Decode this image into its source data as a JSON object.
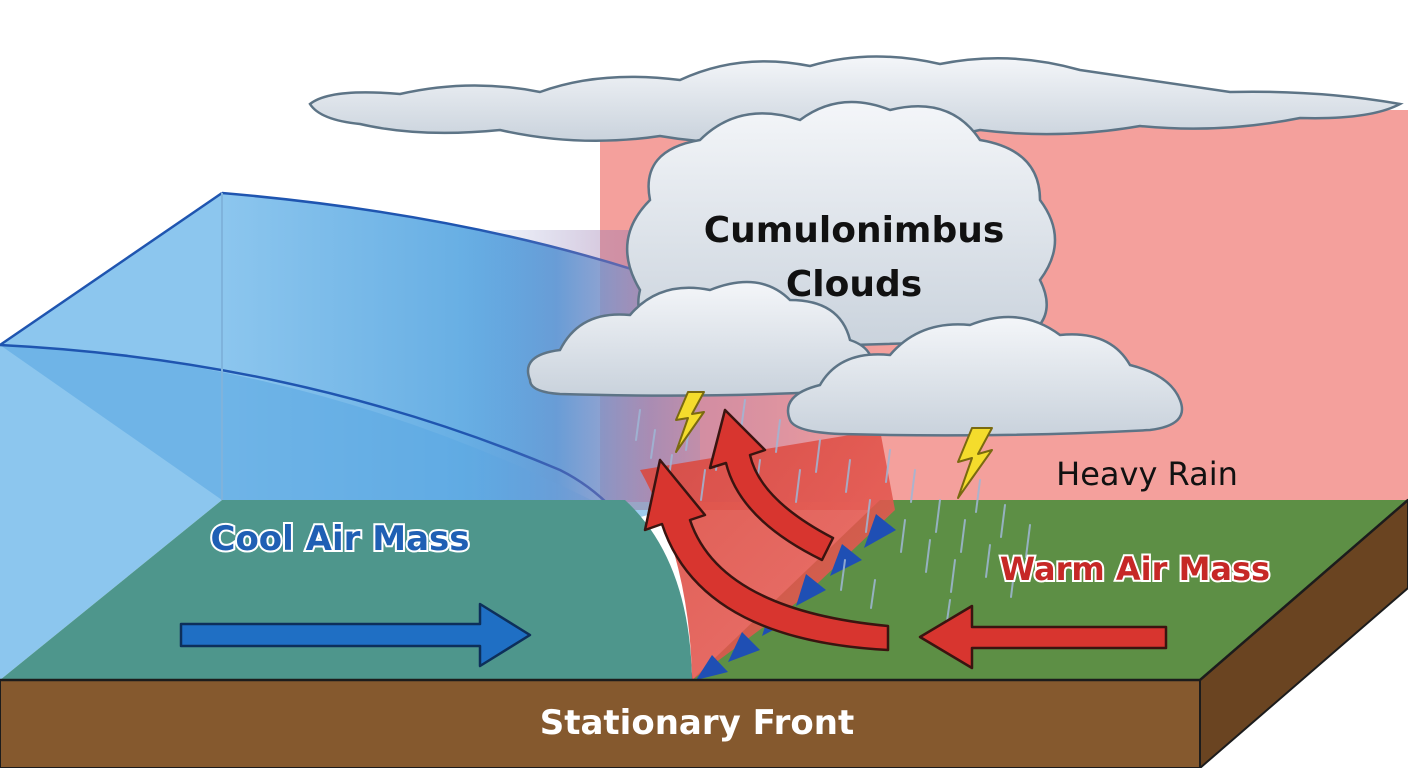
{
  "labels": {
    "clouds_line1": "Cumulonimbus",
    "clouds_line2": "Clouds",
    "heavy_rain": "Heavy Rain",
    "cool_air": "Cool Air Mass",
    "warm_air": "Warm Air Mass",
    "front": "Stationary Front"
  },
  "colors": {
    "cool_air": "#5aa6e0",
    "warm_air": "#f4a09c",
    "ground_cool": "#4e968c",
    "ground_warm": "#5d8f45",
    "earth": "#85592e",
    "cool_arrow": "#1f6fc4",
    "warm_arrow": "#d8352f",
    "cloud": "#e6ebf0",
    "lightning": "#f4dc2c",
    "front_marks": "#1f4fb4"
  },
  "icons": [
    "lightning-bolt-icon",
    "lightning-bolt-icon"
  ]
}
